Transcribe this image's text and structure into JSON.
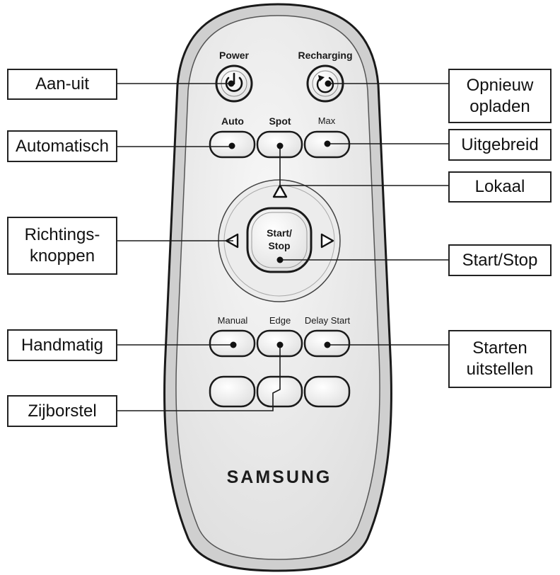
{
  "remote": {
    "brand": "SAMSUNG",
    "buttons": {
      "power": "Power",
      "recharging": "Recharging",
      "auto": "Auto",
      "spot": "Spot",
      "max": "Max",
      "start_stop_line1": "Start/",
      "start_stop_line2": "Stop",
      "manual": "Manual",
      "edge": "Edge",
      "delay_start": "Delay Start"
    }
  },
  "callouts": {
    "aan_uit": "Aan-uit",
    "opnieuw_opladen": [
      "Opnieuw",
      "opladen"
    ],
    "automatisch": "Automatisch",
    "uitgebreid": "Uitgebreid",
    "lokaal": "Lokaal",
    "richtingsknoppen": [
      "Richtings-",
      "knoppen"
    ],
    "start_stop": "Start/Stop",
    "handmatig": "Handmatig",
    "starten_uitstellen": [
      "Starten",
      "uitstellen"
    ],
    "zijborstel": "Zijborstel"
  },
  "colors": {
    "outline": "#222222",
    "body_fill": "#efefef",
    "button_fill": "#f4f4f4"
  }
}
